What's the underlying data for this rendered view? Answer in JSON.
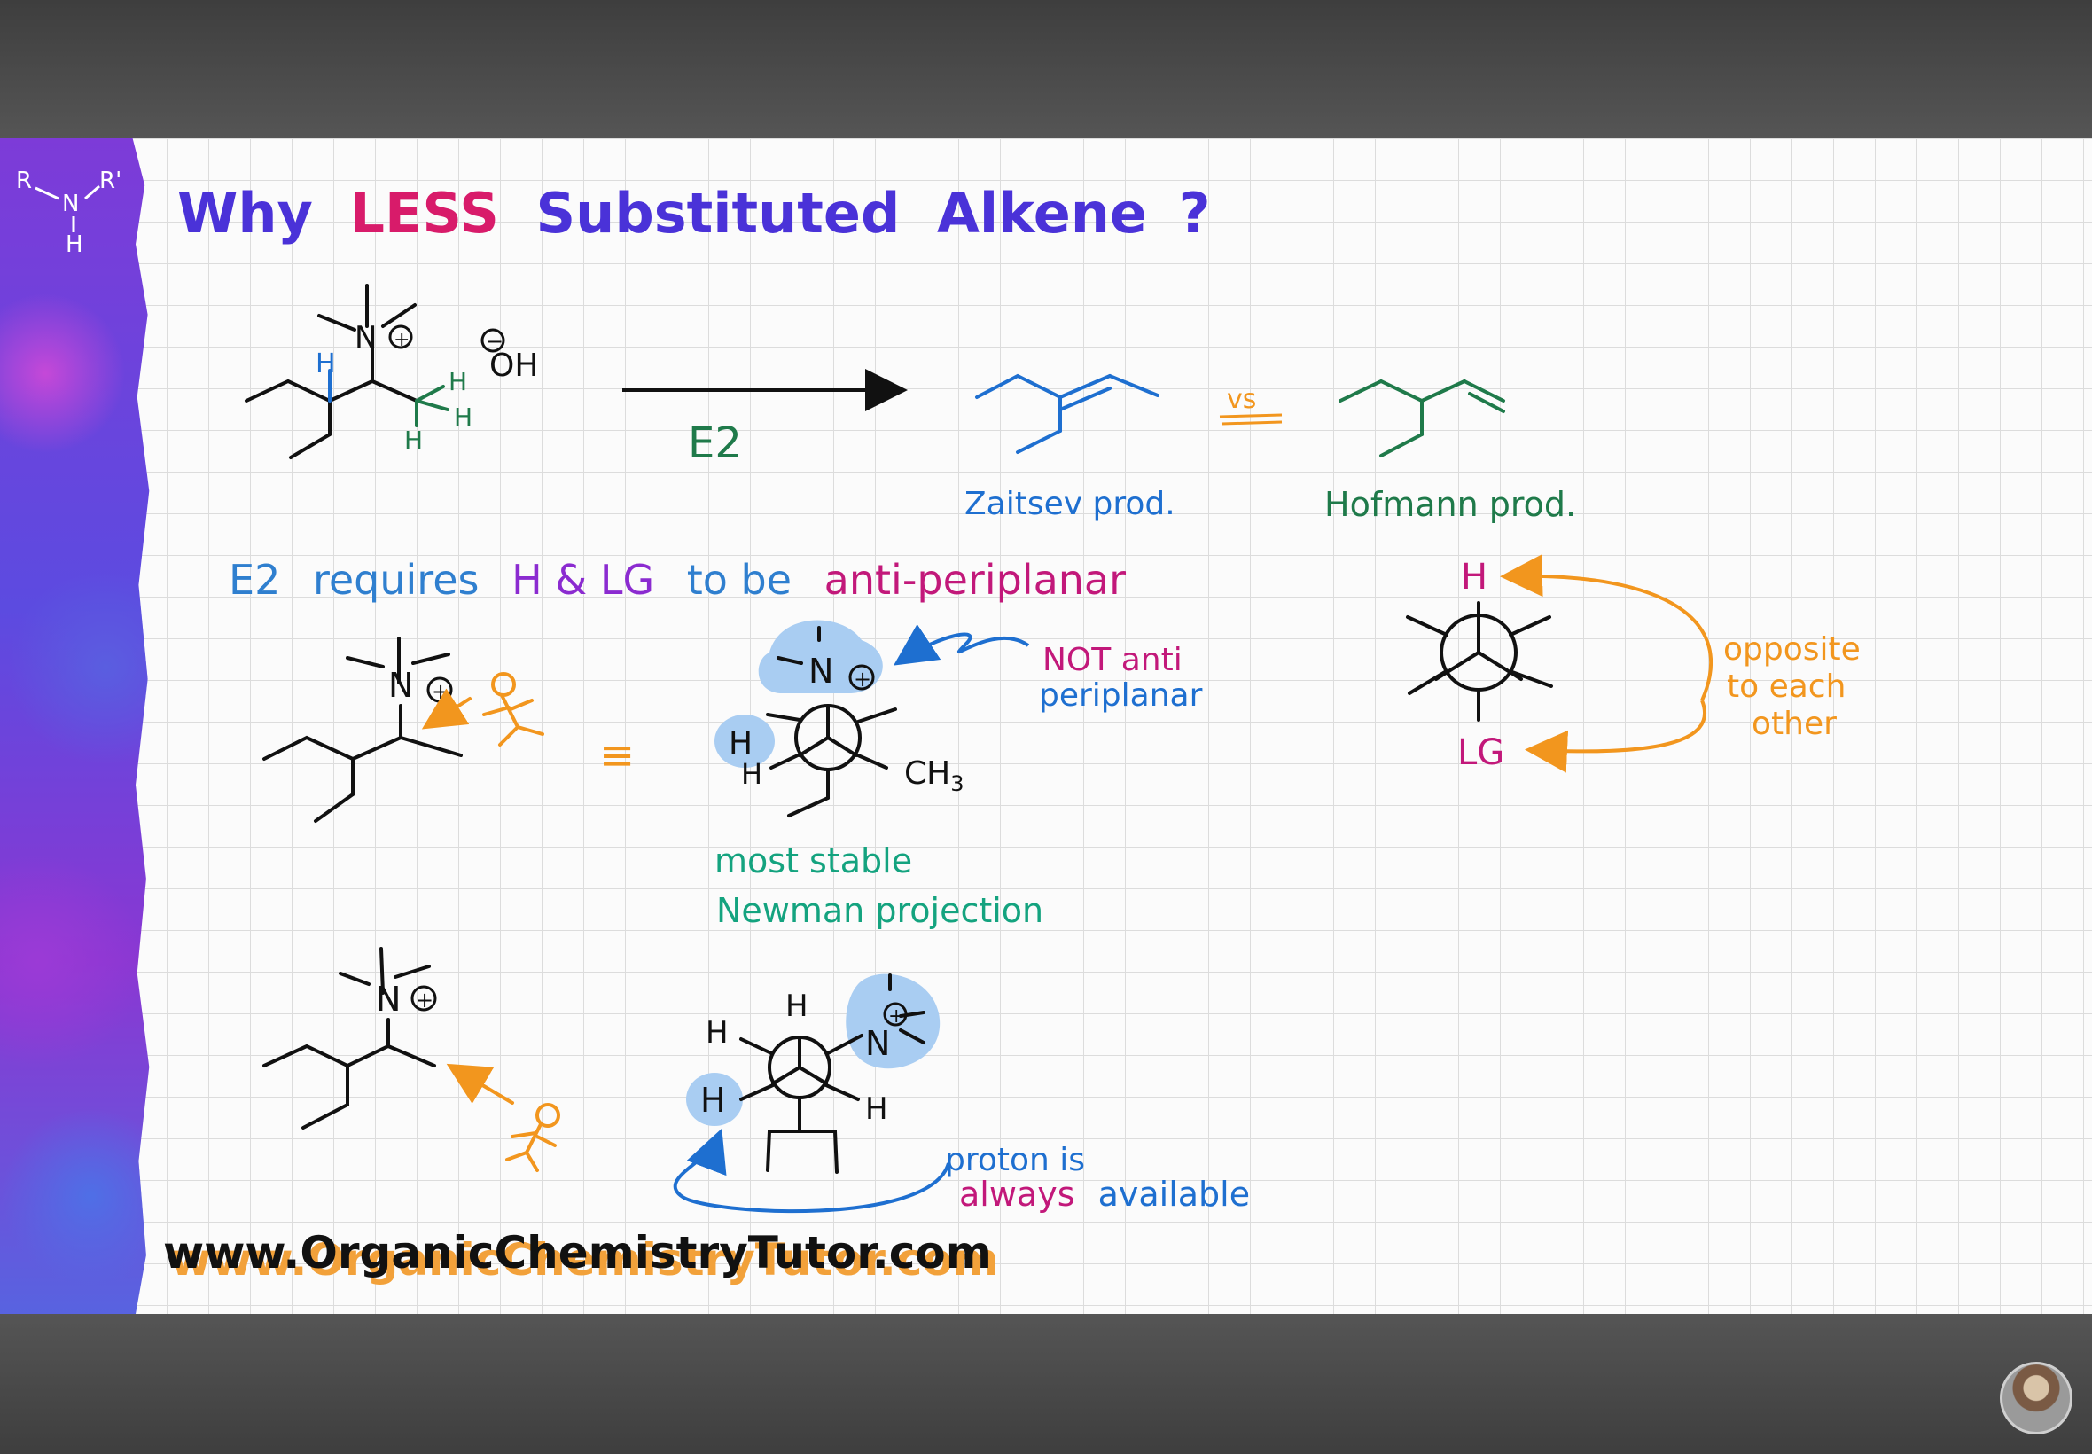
{
  "title": {
    "part1": "Why",
    "part2": "LESS",
    "part3": "Substituted",
    "part4": "Alkene",
    "part5": "?"
  },
  "logo": {
    "r_left": "R",
    "n": "N",
    "r_right": "R'",
    "h": "H"
  },
  "reaction": {
    "reagent_n": "N",
    "reagent_h_blue": "H",
    "reagent_h1": "H",
    "reagent_h2": "H",
    "reagent_h3": "H",
    "base_oh": "OH",
    "condition": "E2",
    "vs": "vs",
    "zaitsev_label": "Zaitsev prod.",
    "hofmann_label": "Hofmann prod."
  },
  "requirement": {
    "part1": "E2",
    "part2": "requires",
    "part3": "H & LG",
    "part4": "to be",
    "part5": "anti-periplanar"
  },
  "newman_generic": {
    "top_label": "H",
    "bottom_label": "LG",
    "note_line1": "opposite",
    "note_line2": "to each",
    "note_line3": "other"
  },
  "row2": {
    "n": "N",
    "equiv": "≡",
    "newman_h_top": "H",
    "newman_h_left": "H",
    "newman_n": "N",
    "newman_ch3": "CH",
    "newman_ch3_sub": "3",
    "not_anti_line1": "NOT anti",
    "not_anti_line2": "periplanar",
    "caption_line1": "most stable",
    "caption_line2": "Newman projection"
  },
  "row3": {
    "n": "N",
    "h_top": "H",
    "h_left": "H",
    "h_highlight": "H",
    "h_right": "H",
    "newman_n": "N",
    "note_line1": "proton is",
    "note_word1": "always",
    "note_word2": "available"
  },
  "website": "www.OrganicChemistryTutor.com",
  "colors": {
    "title_blue": "#4a32d8",
    "title_pink": "#d81b6a",
    "green": "#1f7a4a",
    "teal": "#14a37f",
    "blue": "#1e6fd0",
    "magenta": "#c2187a",
    "orange": "#f2961e",
    "highlight": "#a9cdf2"
  }
}
